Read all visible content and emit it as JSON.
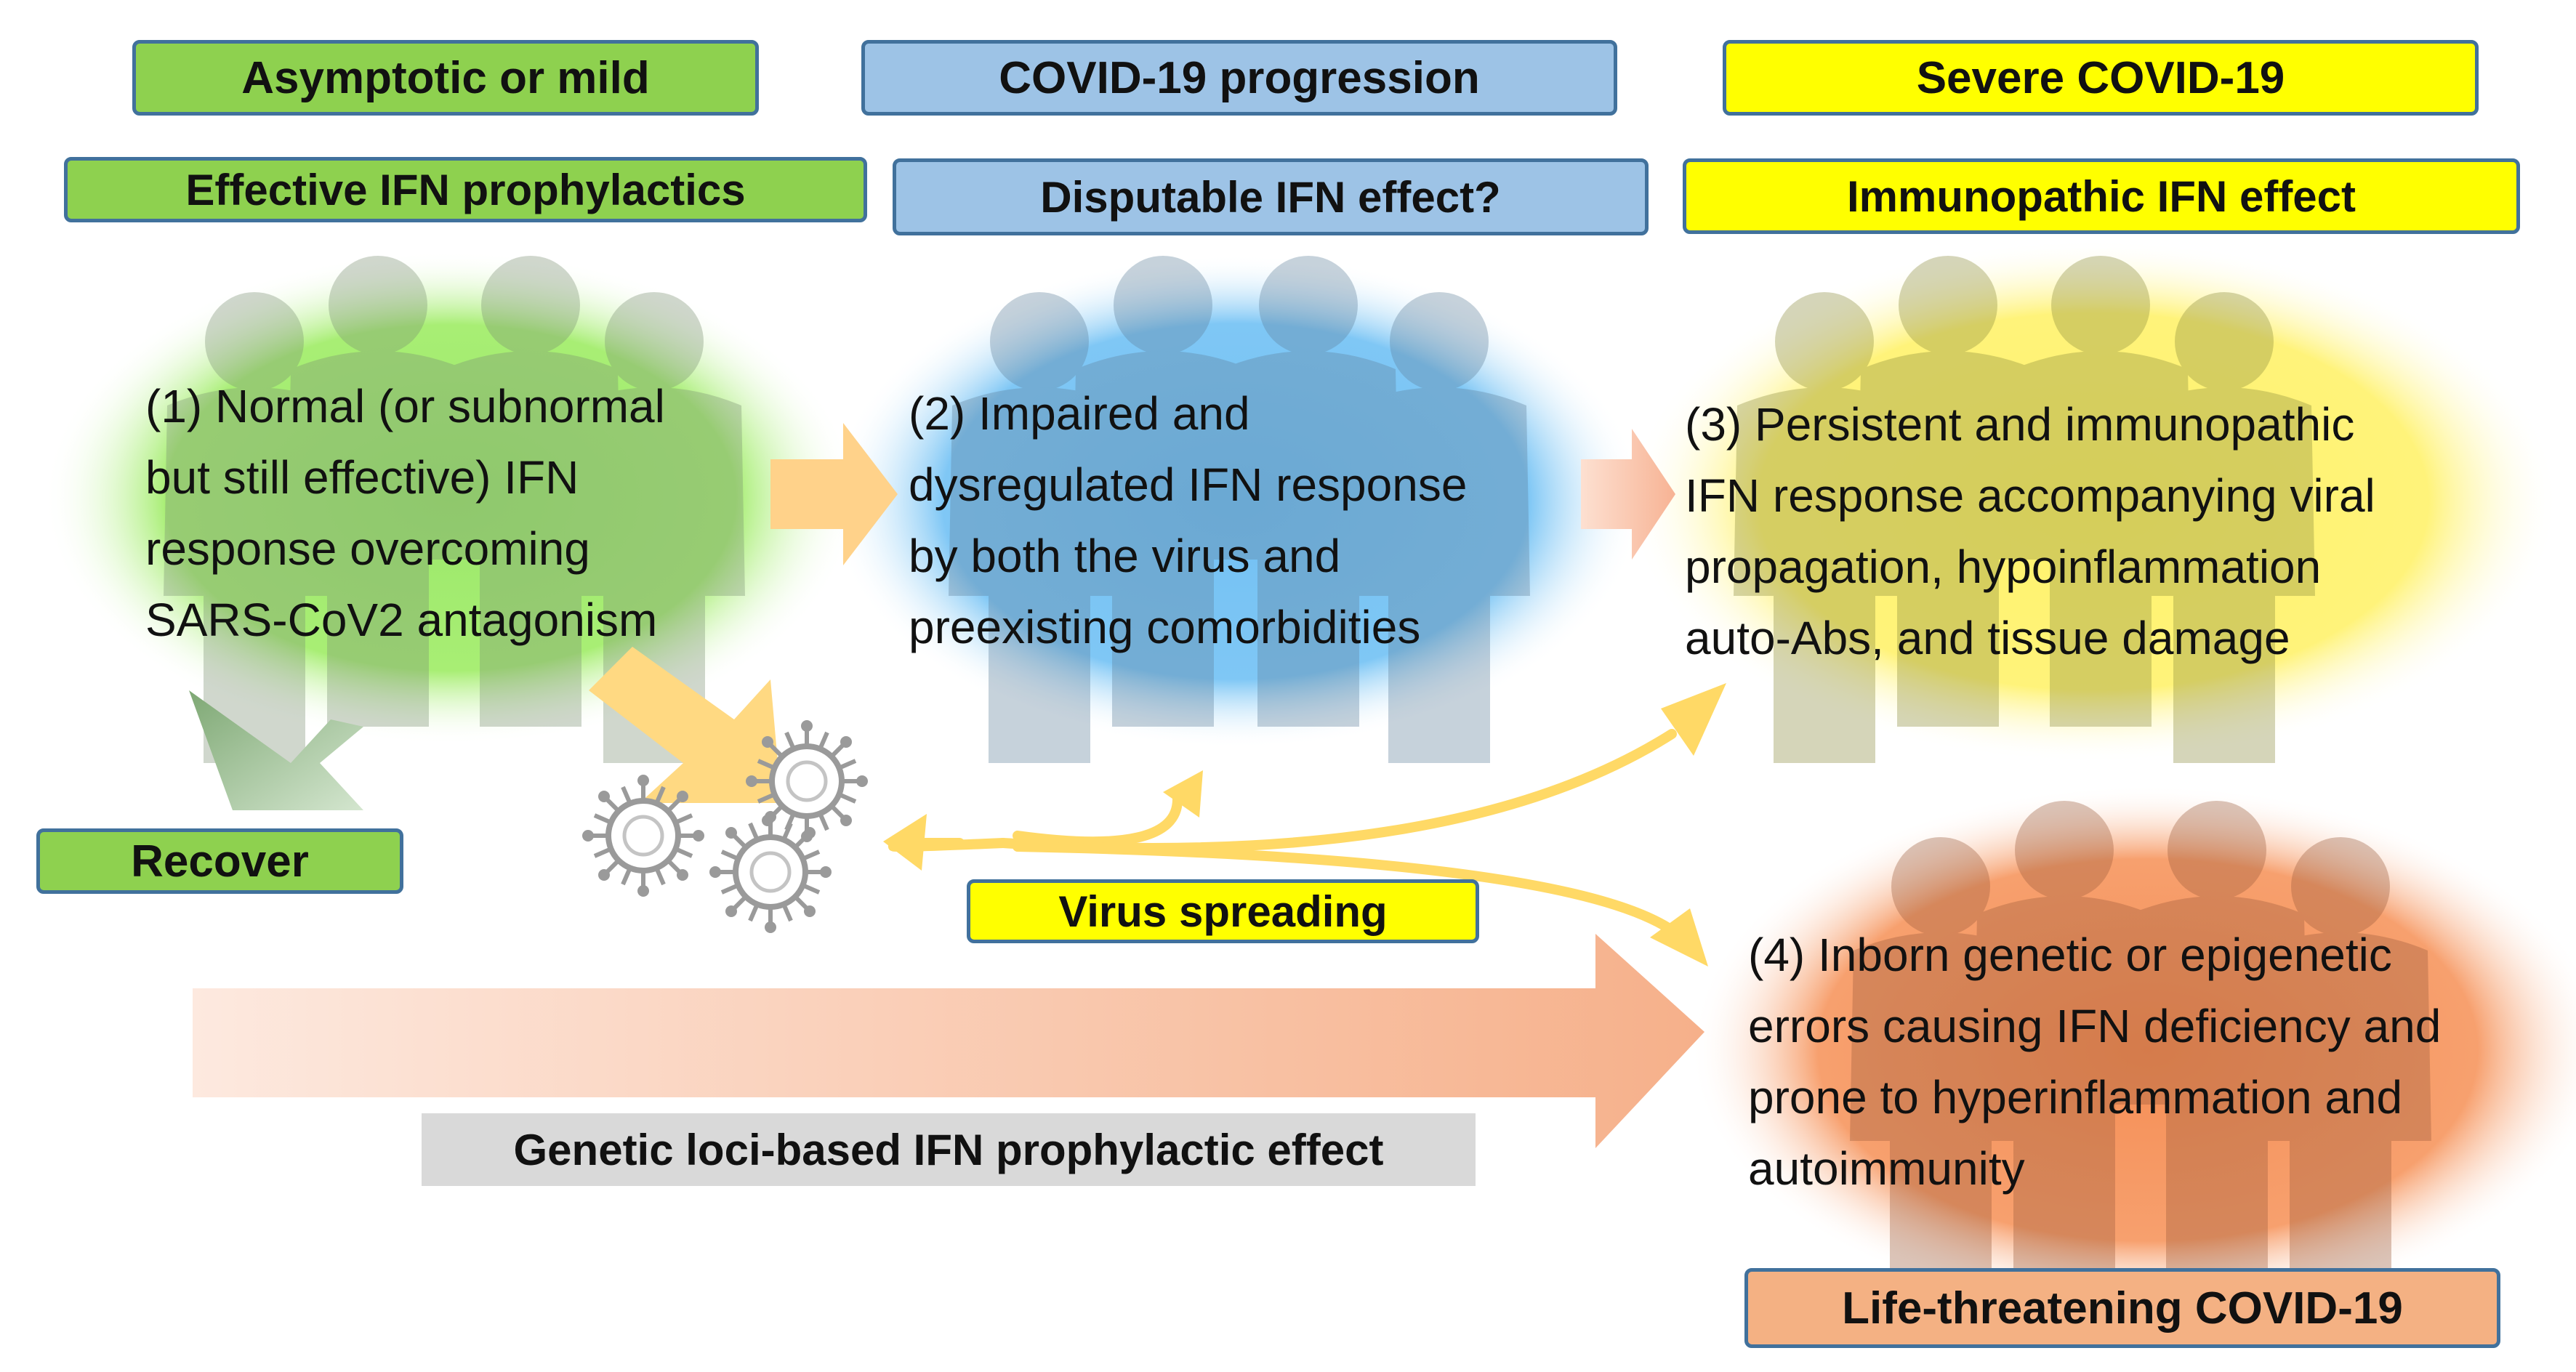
{
  "header": {
    "mild_label": "Asymptotic or mild",
    "progression_label": "COVID-19 progression",
    "severe_label": "Severe COVID-19"
  },
  "effects": {
    "effective_label": "Effective IFN prophylactics",
    "disputable_label": "Disputable  IFN effect?",
    "immunopathic_label": "Immunopathic IFN effect"
  },
  "stages": {
    "stage1_lines": [
      "(1) Normal (or subnormal",
      "but still effective) IFN",
      "response overcoming",
      "SARS-CoV2  antagonism"
    ],
    "stage2_lines": [
      "(2) Impaired and",
      "dysregulated IFN response",
      "by both the virus and",
      "preexisting comorbidities"
    ],
    "stage3_lines": [
      "(3) Persistent and immunopathic",
      "IFN response accompanying viral",
      "propagation, hypoinflammation",
      "auto-Abs, and tissue damage"
    ],
    "stage4_lines": [
      "(4) Inborn genetic or epigenetic",
      "errors causing IFN deficiency and",
      "prone to hyperinflammation and",
      "autoimmunity"
    ]
  },
  "labels": {
    "recover": "Recover",
    "virus_spreading": "Virus spreading",
    "genetic_effect": "Genetic loci-based  IFN prophylactic  effect",
    "life_threatening": "Life-threatening COVID-19"
  },
  "colors": {
    "green": "#8ed14f",
    "blue": "#9dc3e6",
    "yellow": "#ffff00",
    "orange": "#f4b183",
    "box_border": "#41719c",
    "arrow_yellow": "#ffd966"
  },
  "icons": [
    "person-group-icon",
    "virus-icon"
  ]
}
